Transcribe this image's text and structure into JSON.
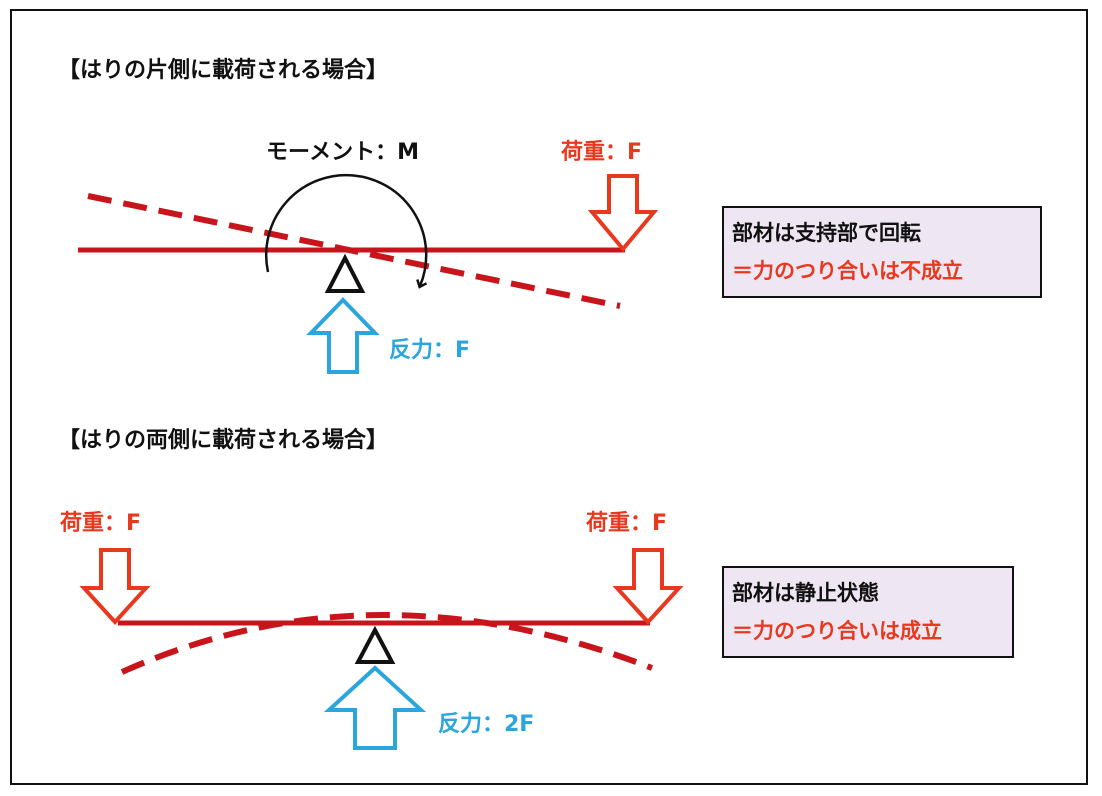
{
  "section1": {
    "title": "【はりの片側に載荷される場合】",
    "moment_label": "モーメント：M",
    "load_label": "荷重：F",
    "reaction_label": "反力：F",
    "box_line1": "部材は支持部で回転",
    "box_line2": "＝力のつり合いは不成立"
  },
  "section2": {
    "title": "【はりの両側に載荷される場合】",
    "load_left_label": "荷重：F",
    "load_right_label": "荷重：F",
    "reaction_label": "反力：2F",
    "box_line1": "部材は静止状態",
    "box_line2": "＝力のつり合いは成立"
  },
  "colors": {
    "beam_red": "#c8151b",
    "label_red": "#e8391f",
    "reaction_blue": "#2aa6dc",
    "box_bg": "#efe6f3"
  }
}
